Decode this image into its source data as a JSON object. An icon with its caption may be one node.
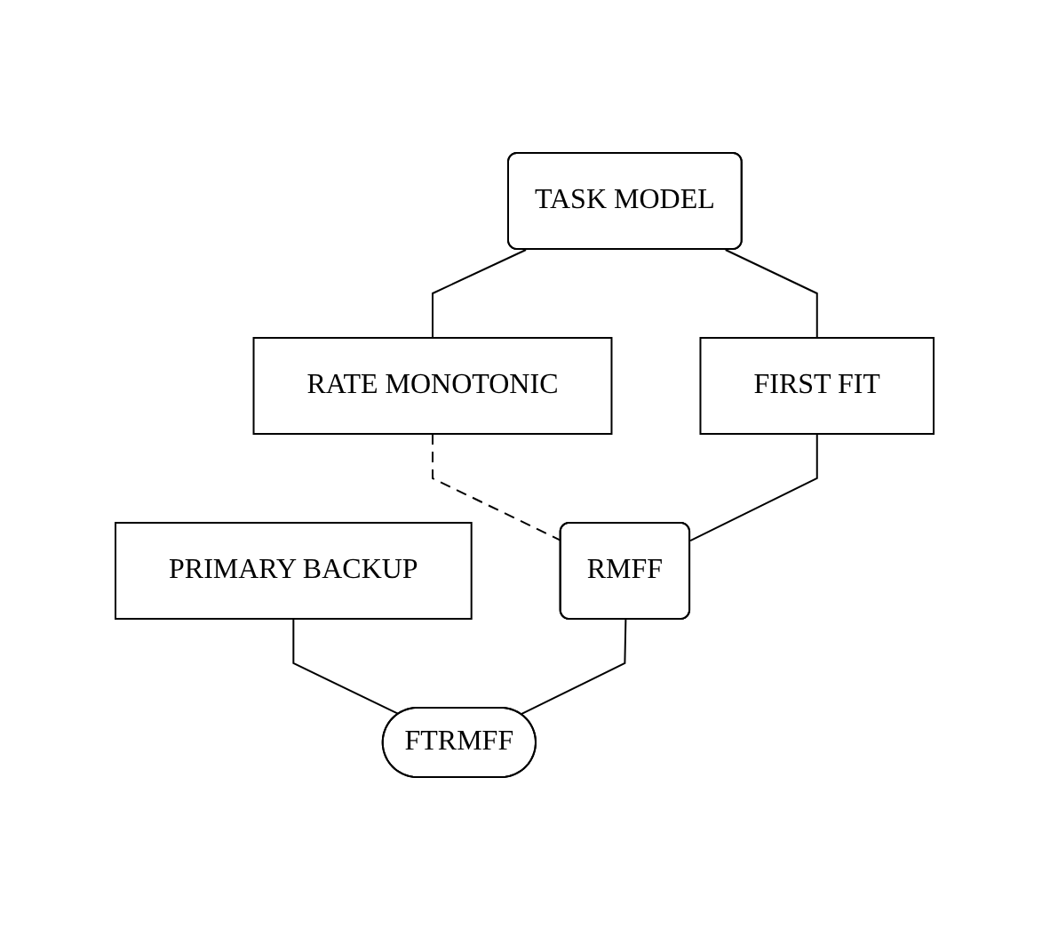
{
  "diagram": {
    "nodes": [
      {
        "text": [
          "TASK MODEL"
        ]
      },
      {
        "text": [
          "RATE MONOTONIC"
        ]
      },
      {
        "text": [
          "FIRST FIT"
        ]
      },
      {
        "text": [
          "PRIMARY BACKUP"
        ]
      },
      {
        "text": [
          "RMFF"
        ]
      },
      {
        "text": [
          "FTRMFF"
        ]
      }
    ],
    "edges": [
      {
        "from": 0,
        "to": 1,
        "arrow": "none"
      },
      {
        "from": 0,
        "to": 2,
        "arrow": "none"
      },
      {
        "from": 1,
        "to": 4,
        "arrow": "none",
        "style": "dashed"
      },
      {
        "from": 2,
        "to": 4,
        "arrow": "none"
      },
      {
        "from": 3,
        "to": 5,
        "arrow": "none"
      },
      {
        "from": 4,
        "to": 5,
        "arrow": "none"
      }
    ]
  }
}
